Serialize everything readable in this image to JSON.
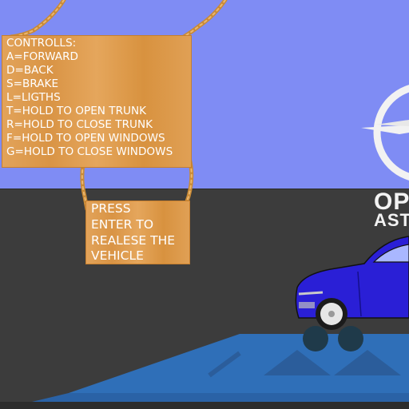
{
  "controls_sign": {
    "lines": [
      "CONTROLLS:",
      "A=FORWARD",
      "D=BACK",
      "S=BRAKE",
      "L=LIGTHS",
      "T=HOLD TO OPEN TRUNK",
      "R=HOLD TO CLOSE TRUNK",
      "F=HOLD TO OPEN WINDOWS",
      "G=HOLD TO CLOSE WINDOWS"
    ]
  },
  "press_sign": {
    "lines": [
      "PRESS",
      "ENTER TO",
      "REALESE THE",
      "VEHICLE"
    ]
  },
  "brand_sign": {
    "text_line1": "OP",
    "text_line2": "AST"
  },
  "colors": {
    "sky": "#7f8cf4",
    "ground": "#3c3c3c",
    "wood": "#dd9a4c",
    "rope": "#c98a36",
    "car_body": "#2a1fd6",
    "platform": "#2f6fb8"
  }
}
